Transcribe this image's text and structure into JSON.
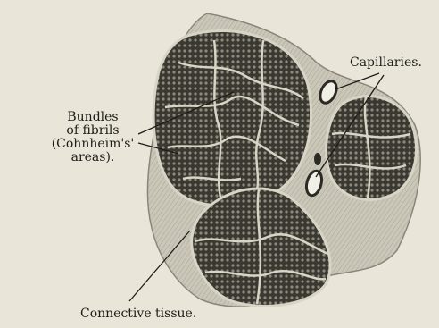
{
  "labels": {
    "bundles": [
      "Bundles",
      "of fibrils",
      "(Cohnheim's'",
      "areas)."
    ],
    "capillaries": "Capillaries.",
    "connective": "Connective tissue."
  },
  "colors": {
    "background": "#e9e6d9",
    "connective_tissue": "#c9c5b6",
    "fibril_dark": "#2c2b26",
    "septa_light": "#d8d4c6",
    "ink": "#1d1c18"
  }
}
